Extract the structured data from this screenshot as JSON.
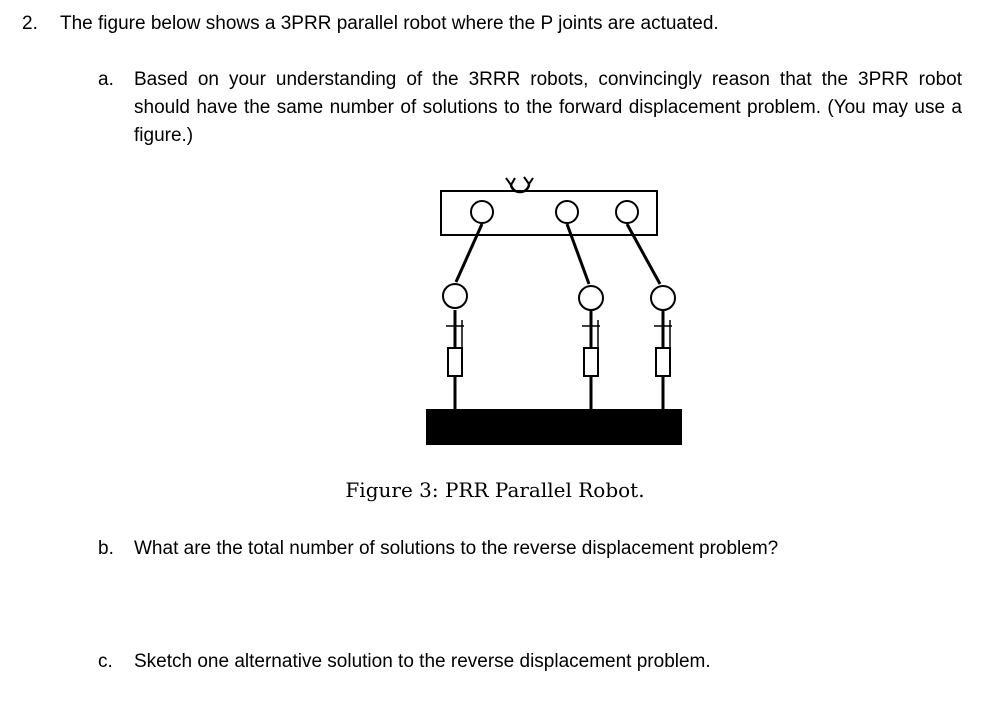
{
  "question": {
    "number": "2.",
    "text": "The figure below shows a 3PRR parallel robot where the P joints are actuated."
  },
  "parts": [
    {
      "label": "a.",
      "text": "Based on your understanding of the 3RRR robots, convincingly reason that the 3PRR robot should have the same number of solutions to the forward displacement problem. (You may use a figure.)"
    },
    {
      "label": "b.",
      "text": "What are the total number of solutions to the reverse displacement problem?"
    },
    {
      "label": "c.",
      "text": "Sketch one alternative solution to the reverse displacement problem."
    }
  ],
  "figure": {
    "caption": "Figure 3: PRR Parallel Robot.",
    "colors": {
      "ink": "#000000",
      "paper": "#ffffff"
    }
  }
}
